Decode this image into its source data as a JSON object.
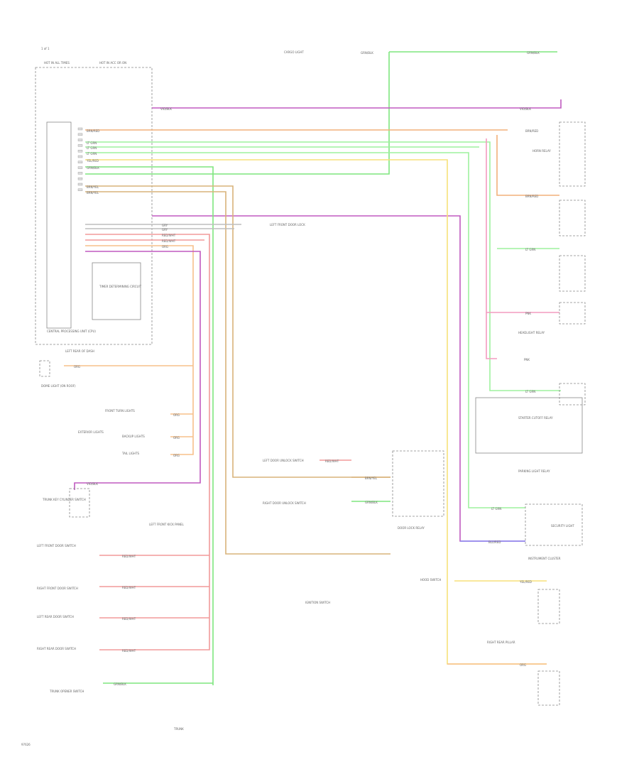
{
  "page_code": "1 of 1",
  "figure_code": "97626",
  "wires": [
    {
      "id": "w1",
      "label": "GRN/BLK",
      "color": "#7fe67f"
    },
    {
      "id": "w2",
      "label": "VIO/BLK",
      "color": "#c05ac0"
    },
    {
      "id": "w3",
      "label": "BRN/RED",
      "color": "#f2b07a"
    },
    {
      "id": "w4",
      "label": "LT GRN",
      "color": "#9ef29e"
    },
    {
      "id": "w5",
      "label": "YEL/RED",
      "color": "#f7e17a"
    },
    {
      "id": "w6",
      "label": "PNK",
      "color": "#f39bbf"
    },
    {
      "id": "w7",
      "label": "RED/WHT",
      "color": "#f29a9a"
    },
    {
      "id": "w8",
      "label": "BLU/RED",
      "color": "#8a8af2"
    },
    {
      "id": "w9",
      "label": "ORG",
      "color": "#f7c08a"
    },
    {
      "id": "w10",
      "label": "BRN/YEL",
      "color": "#d9b37a"
    },
    {
      "id": "w11",
      "label": "GRY",
      "color": "#bdbdbd"
    }
  ],
  "labels": {
    "cpu_top": "HOT IN ALL TIMES",
    "cpu_hot": "HOT IN ACC OR ON",
    "cpu_name": "CENTRAL PROCESSING UNIT (CPU)",
    "cpu_bottom": "LEFT REAR OF DASH",
    "timer_unit": "TIMER DETERMINING CIRCUIT",
    "header": "1 of 1",
    "dome_light": "DOME LIGHT (ON ROOF)",
    "lf_door_lock": "LEFT FRONT DOOR LOCK",
    "ignition_switch": "IGNITION SWITCH",
    "trunk_key": "TRUNK KEY CYLINDER SWITCH",
    "lf_door_switch": "LEFT FRONT DOOR SWITCH",
    "rf_door_switch": "RIGHT FRONT DOOR SWITCH",
    "lr_door_switch": "LEFT REAR DOOR SWITCH",
    "rr_door_switch": "RIGHT REAR DOOR SWITCH",
    "exterior_lights": "EXTERIOR LIGHTS",
    "front_turn": "FRONT TURN LIGHTS",
    "backup": "BACKUP LIGHTS",
    "tail": "TAIL LIGHTS",
    "cargo_light": "CARGO LIGHT",
    "hood_switch": "HOOD SWITCH",
    "horn_relay": "HORN RELAY",
    "starter_cutoff": "STARTER CUTOFF RELAY",
    "headlight_relay": "HEADLIGHT RELAY",
    "parking_relay": "PARKING LIGHT RELAY",
    "instrument_cluster": "INSTRUMENT CLUSTER",
    "security_light": "SECURITY LIGHT",
    "door_lock_relay": "DOOR LOCK RELAY",
    "left_door_unlock": "LEFT DOOR UNLOCK SWITCH",
    "right_door_unlock": "RIGHT DOOR UNLOCK SWITCH",
    "trunk_open": "TRUNK OPENER SWITCH",
    "ground_lf": "LEFT FRONT KICK PANEL",
    "ground_trunk": "TRUNK",
    "ground_rear": "RIGHT REAR PILLAR"
  }
}
